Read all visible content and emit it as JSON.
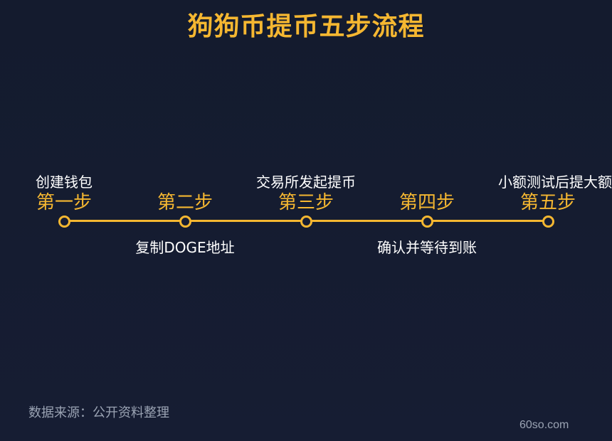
{
  "title": "狗狗币提币五步流程",
  "steps": [
    {
      "label": "第一步",
      "desc": "创建钱包",
      "desc_position": "above"
    },
    {
      "label": "第二步",
      "desc": "复制DOGE地址",
      "desc_position": "below"
    },
    {
      "label": "第三步",
      "desc": "交易所发起提币",
      "desc_position": "above"
    },
    {
      "label": "第四步",
      "desc": "确认并等待到账",
      "desc_position": "below"
    },
    {
      "label": "第五步",
      "desc": "小额测试后提大额",
      "desc_position": "above"
    }
  ],
  "source": "数据来源：公开资料整理",
  "watermark": "60so.com",
  "colors": {
    "background": "#151c31",
    "accent": "#f5b731",
    "text": "#ffffff",
    "muted": "#9aa3b3"
  }
}
